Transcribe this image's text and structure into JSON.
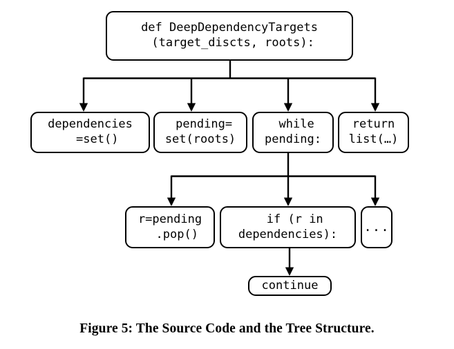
{
  "figure": {
    "caption": "Figure 5: The Source Code and the Tree Structure.",
    "colors": {
      "stroke": "#000000",
      "background": "#ffffff",
      "text": "#000000"
    },
    "nodes": {
      "root": {
        "id": "def-deepdependencytargets",
        "line1": "def DeepDependencyTargets",
        "line2": " (target_discts, roots):"
      },
      "dependencies_set": {
        "id": "dependencies-set",
        "line1": "dependencies",
        "line2": "  =set()"
      },
      "pending_set_roots": {
        "id": "pending-set-roots",
        "line1": " pending=",
        "line2": "set(roots)"
      },
      "while_pending": {
        "id": "while-pending",
        "line1": " while",
        "line2": "pending:"
      },
      "return_list": {
        "id": "return-list",
        "line1": "return",
        "line2": "list(…)"
      },
      "r_pending_pop": {
        "id": "r-pending-pop",
        "line1": "r=pending",
        "line2": "  .pop()"
      },
      "if_r_in_dependencies": {
        "id": "if-r-in-dependencies",
        "line1": "  if (r in",
        "line2": "dependencies):"
      },
      "more_siblings": {
        "id": "ellipsis-node",
        "line1": "..."
      },
      "continue_stmt": {
        "id": "continue-statement",
        "line1": "continue"
      }
    }
  }
}
